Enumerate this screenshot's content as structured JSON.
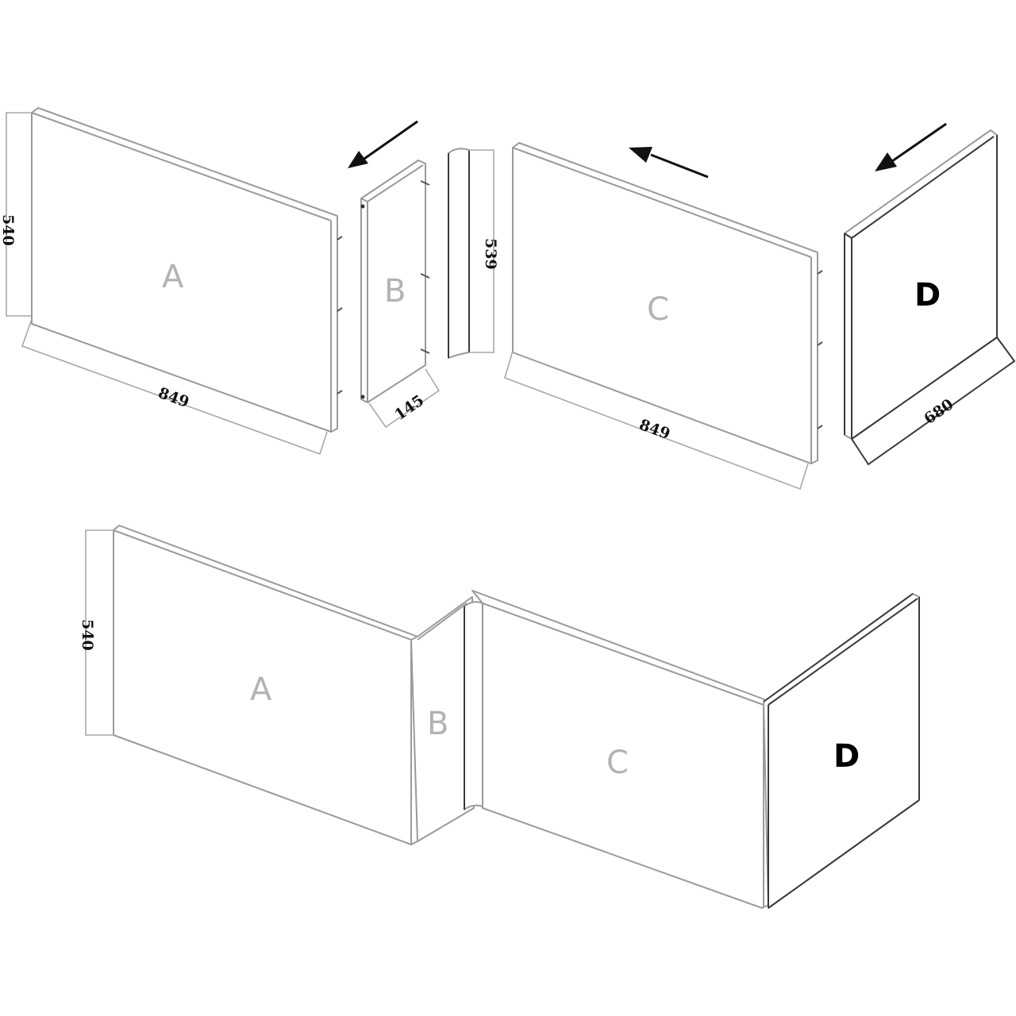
{
  "diagram": {
    "exploded_view": {
      "panels": [
        {
          "id": "A",
          "label": "A",
          "height_label": "540",
          "width_label": "849"
        },
        {
          "id": "B",
          "label": "B",
          "width_label": "145"
        },
        {
          "id": "corner_post",
          "label": "",
          "height_label": "539"
        },
        {
          "id": "C",
          "label": "C",
          "width_label": "849"
        },
        {
          "id": "D",
          "label": "D",
          "width_label": "680"
        }
      ],
      "arrows": [
        "arrow-to-A",
        "arrow-to-B",
        "arrow-to-C"
      ]
    },
    "assembled_view": {
      "height_label": "540",
      "panels": [
        {
          "id": "A",
          "label": "A"
        },
        {
          "id": "B",
          "label": "B"
        },
        {
          "id": "C",
          "label": "C"
        },
        {
          "id": "D",
          "label": "D"
        }
      ]
    },
    "colors": {
      "line": "#9a9a9a",
      "dark_line": "#3a3a3a",
      "label_grey": "#b3b3b3",
      "label_black": "#000000",
      "arrow": "#111111"
    }
  }
}
